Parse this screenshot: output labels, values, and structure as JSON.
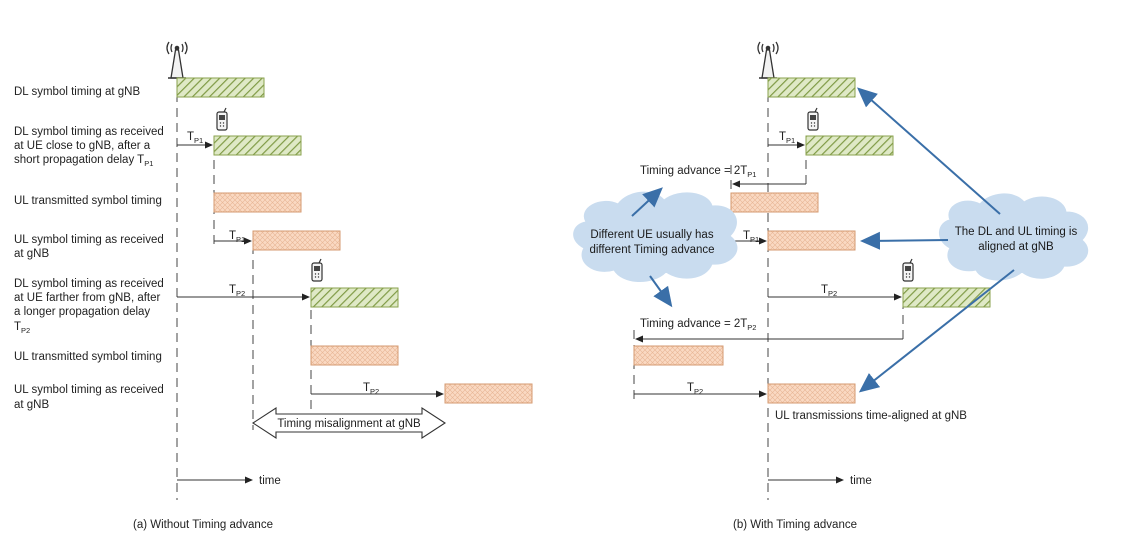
{
  "left": {
    "rows": {
      "dl_gnb": "DL symbol timing at gNB",
      "dl_near_1": "DL symbol timing as received",
      "dl_near_2": "at UE close to gNB, after a",
      "dl_near_3": "short propagation delay T",
      "ul_tx_1": "UL transmitted symbol timing",
      "ul_rx_1_a": "UL symbol timing as received",
      "ul_rx_1_b": "at gNB",
      "dl_far_1": "DL symbol timing as received",
      "dl_far_2": "at UE farther from gNB, after",
      "dl_far_3": "a longer propagation delay",
      "dl_far_4": "T",
      "ul_tx_2": "UL transmitted symbol timing",
      "ul_rx_2_a": "UL symbol timing as received",
      "ul_rx_2_b": "at gNB"
    },
    "delay_T": "T",
    "sub_p1": "P1",
    "sub_p2": "P2",
    "misalignment": "Timing misalignment at gNB",
    "time": "time",
    "caption": "(a) Without Timing advance"
  },
  "right": {
    "ta1": "Timing advance = 2T",
    "ta2": "Timing advance = 2T",
    "sub_p1": "P1",
    "sub_p2": "P2",
    "delay_T": "T",
    "cloud_left_1": "Different UE usually has",
    "cloud_left_2": "different Timing advance",
    "cloud_right_1": "The DL and UL timing is",
    "cloud_right_2": "aligned at gNB",
    "aligned": "UL transmissions time-aligned at gNB",
    "time": "time",
    "caption": "(b) With Timing advance"
  },
  "colors": {
    "dl_fill": "#c9d9a6",
    "dl_stroke": "#8aa24e",
    "ul_fill": "#f7d2b6",
    "ul_stroke": "#d49a70",
    "cloud": "#c8dcef",
    "blue_arrow": "#3a6fa8"
  }
}
